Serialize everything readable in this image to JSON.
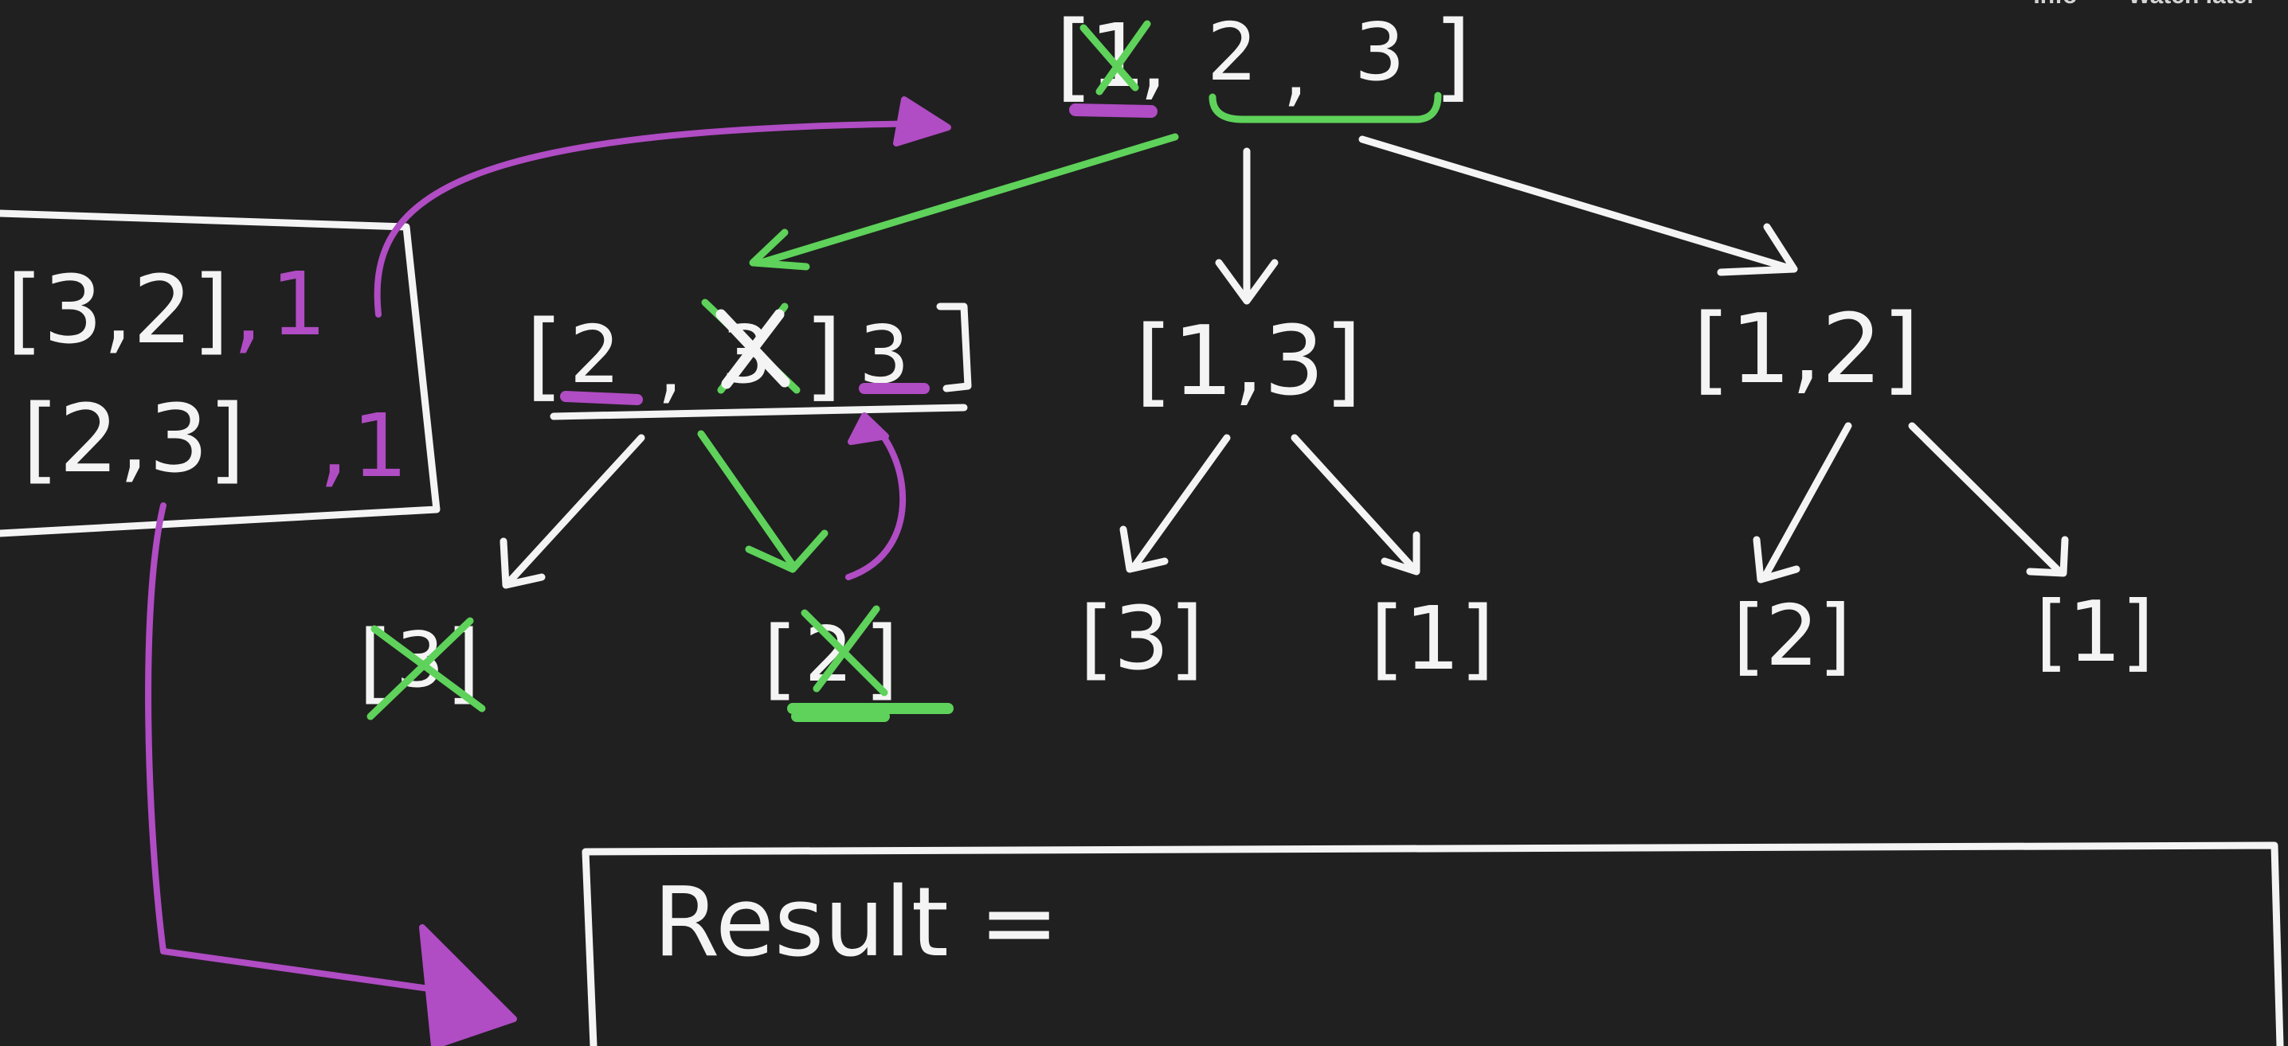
{
  "overlay": {
    "info_label": "Info",
    "watch_later_label": "Watch later"
  },
  "colors": {
    "background": "#202020",
    "chalk_white": "#f4f4f4",
    "marker_green": "#5ed25a",
    "marker_purple": "#b04cc4"
  },
  "memo_box": {
    "row1_perm": "[3,2]",
    "row1_sep": ",",
    "row1_count": "1",
    "row2_perm": "[2,3]",
    "row2_sep": ",",
    "row2_count": "1"
  },
  "tree": {
    "root": {
      "open": "[",
      "crossed": "1",
      "sep1": ",",
      "mid": "2",
      "sep2": ",",
      "last": "3",
      "close": "]"
    },
    "child_left": {
      "open": "[",
      "first": "2",
      "sep": ",",
      "crossed": "3",
      "close": "]",
      "extra": "3"
    },
    "child_mid": {
      "text": "[1,3]"
    },
    "child_right": {
      "text": "[1,2]"
    },
    "leaf_ll": {
      "open": "[",
      "crossed": "3",
      "close": "]"
    },
    "leaf_lr": {
      "open": "[",
      "crossed": "2",
      "close": "]"
    },
    "leaf_ml": {
      "text": "[3]"
    },
    "leaf_mr": {
      "text": "[1]"
    },
    "leaf_rl": {
      "text": "[2]"
    },
    "leaf_rr": {
      "text": "[1]"
    }
  },
  "result_box": {
    "label": "Result ="
  }
}
